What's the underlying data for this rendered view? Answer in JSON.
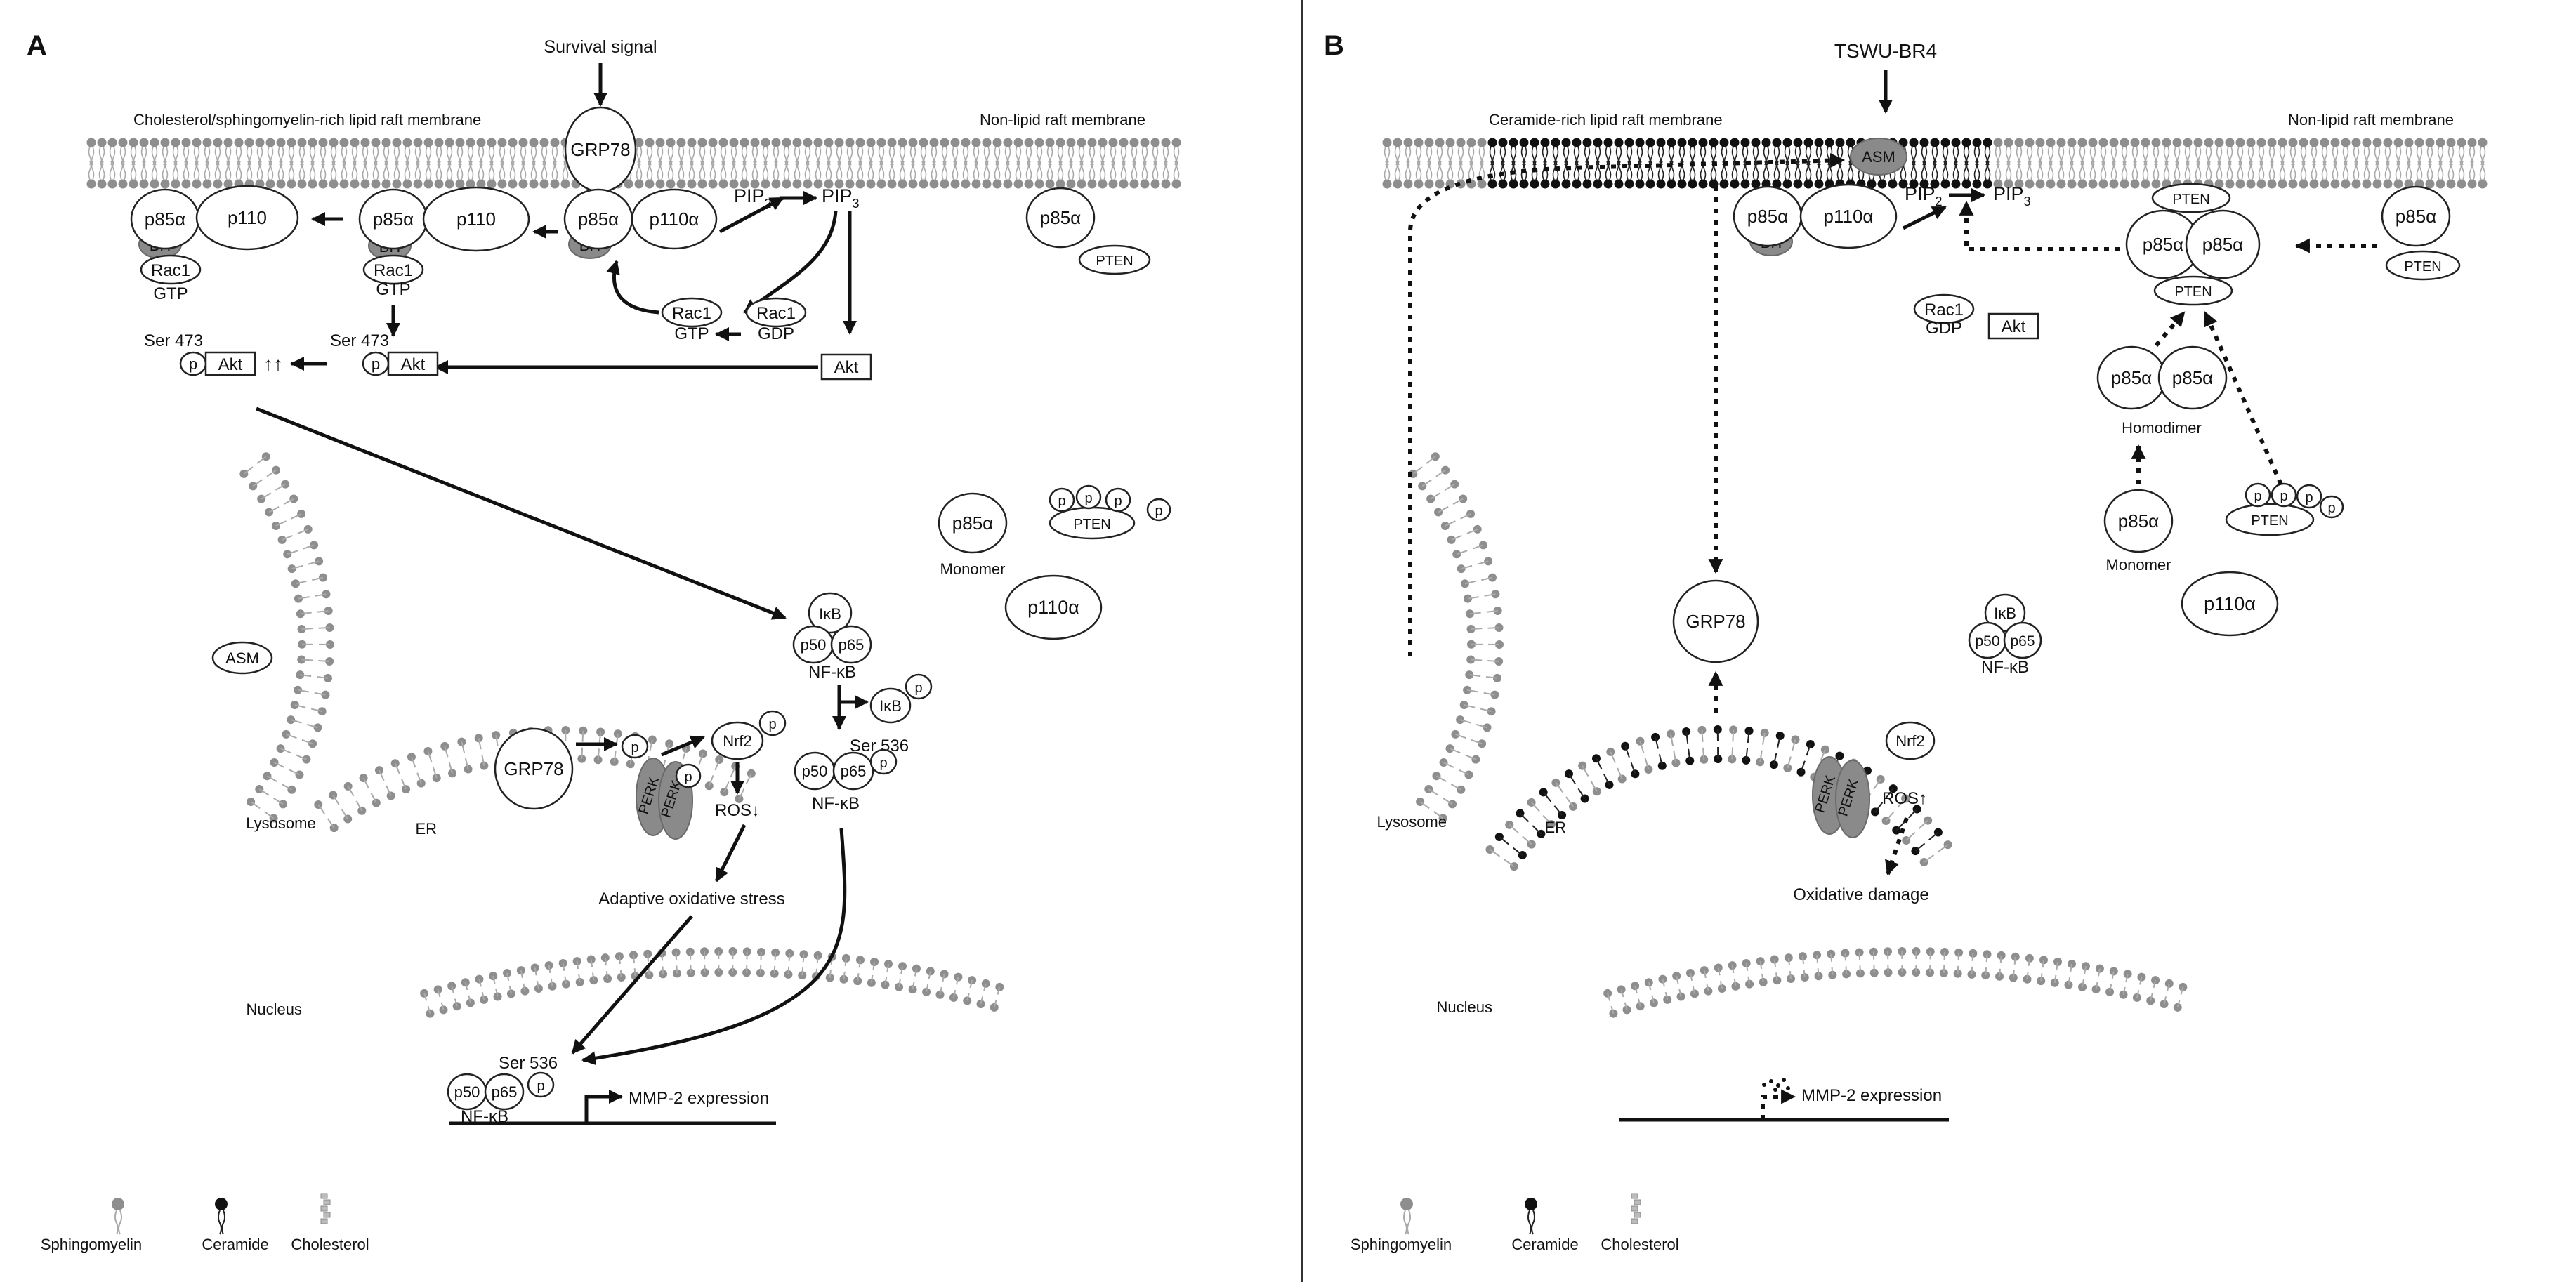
{
  "panels": {
    "a": {
      "letter": "A",
      "survival_signal": "Survival signal",
      "raft_label": "Cholesterol/sphingomyelin-rich lipid raft membrane",
      "non_raft_label": "Non-lipid raft membrane",
      "grp78": "GRP78",
      "p85a": "p85α",
      "p110": "p110",
      "p110a": "p110α",
      "bh": "BH",
      "rac1": "Rac1",
      "gtp": "GTP",
      "gdp": "GDP",
      "pip2": "PIP",
      "pip2_sub": "2",
      "pip3": "PIP",
      "pip3_sub": "3",
      "akt": "Akt",
      "ser473": "Ser 473",
      "p": "p",
      "up_arrows": "↑↑",
      "pten": "PTEN",
      "monomer": "Monomer",
      "ikb": "IκB",
      "p50": "p50",
      "p65": "p65",
      "nfkb": "NF-κB",
      "ser536": "Ser 536",
      "nrf2": "Nrf2",
      "perk": "PERK",
      "ros_down": "ROS↓",
      "adaptive": "Adaptive oxidative stress",
      "asm": "ASM",
      "lysosome": "Lysosome",
      "er": "ER",
      "nucleus": "Nucleus",
      "mmp2": "MMP-2 expression"
    },
    "b": {
      "letter": "B",
      "tswu": "TSWU-BR4",
      "raft_label": "Ceramide-rich lipid raft membrane",
      "non_raft_label": "Non-lipid raft membrane",
      "asm": "ASM",
      "p85a": "p85α",
      "p110a": "p110α",
      "bh": "BH",
      "pip2": "PIP",
      "pip2_sub": "2",
      "pip3": "PIP",
      "pip3_sub": "3",
      "pten": "PTEN",
      "rac1": "Rac1",
      "gdp": "GDP",
      "akt": "Akt",
      "homodimer": "Homodimer",
      "monomer": "Monomer",
      "p": "p",
      "grp78": "GRP78",
      "ikb": "IκB",
      "p50": "p50",
      "p65": "p65",
      "nfkb": "NF-κB",
      "nrf2": "Nrf2",
      "perk": "PERK",
      "ros_up": "ROS↑",
      "oxidative_damage": "Oxidative damage",
      "lysosome": "Lysosome",
      "er": "ER",
      "nucleus": "Nucleus",
      "mmp2": "MMP-2 expression"
    }
  },
  "legend": {
    "sphingomyelin": "Sphingomyelin",
    "ceramide": "Ceramide",
    "cholesterol": "Cholesterol"
  }
}
